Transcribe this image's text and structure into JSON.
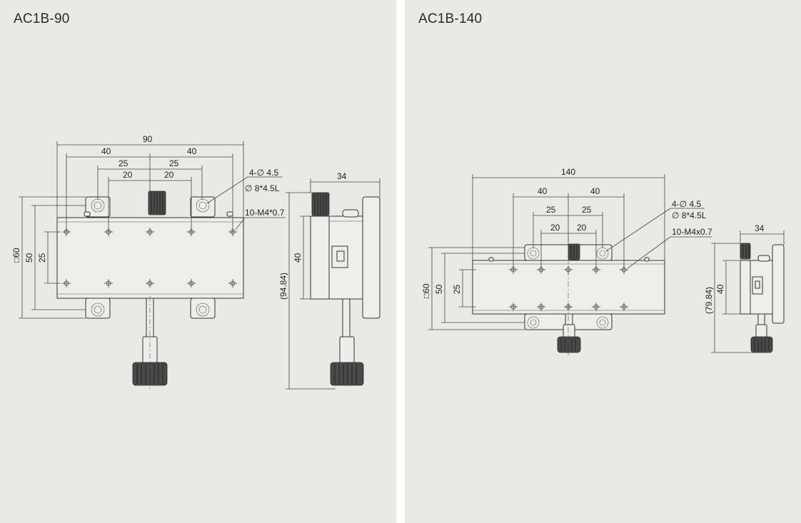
{
  "panels": [
    {
      "title": "AC1B-90",
      "dims": {
        "overall": "90",
        "pitch_outer_l": "40",
        "pitch_outer_r": "40",
        "pitch_mid_l": "25",
        "pitch_mid_r": "25",
        "pitch_in_l": "20",
        "pitch_in_r": "20",
        "square": "□60",
        "h50": "50",
        "h25": "25",
        "side_width": "34",
        "side_40": "40",
        "side_height": "(94.84)"
      },
      "notes": {
        "holes": "4-∅ 4.5",
        "counterbore": "∅ 8*4.5L",
        "tapped": "10-M4*0.7"
      }
    },
    {
      "title": "AC1B-140",
      "dims": {
        "overall": "140",
        "pitch_outer_l": "40",
        "pitch_outer_r": "40",
        "pitch_mid_l": "25",
        "pitch_mid_r": "25",
        "pitch_in_l": "20",
        "pitch_in_r": "20",
        "square": "□60",
        "h50": "50",
        "h25": "25",
        "side_width": "34",
        "side_40": "40",
        "side_height": "(79.84)"
      },
      "notes": {
        "holes": "4-∅ 4.5",
        "counterbore": "∅ 8*4.5L",
        "tapped": "10-M4x0.7"
      }
    }
  ]
}
